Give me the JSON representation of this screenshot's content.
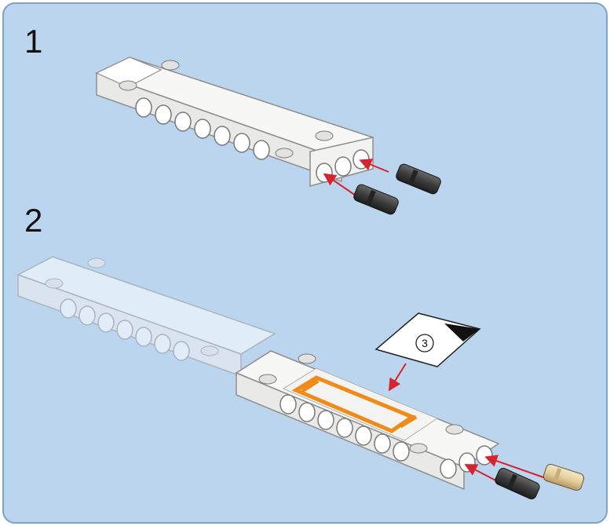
{
  "steps": [
    {
      "number": "1"
    },
    {
      "number": "2"
    }
  ],
  "sticker_callout": {
    "label": "3"
  },
  "colors": {
    "background": "#bcd5ee",
    "frame": "#7ea3c8",
    "panel_white": "#f8f8f6",
    "pin_dark": "#3c3c3c",
    "pin_tan": "#e6cf9e",
    "arrow_red": "#d7232e",
    "sticker_orange": "#f08a18"
  },
  "icons": [
    "connector-pin-icon",
    "axle-pin-icon",
    "sticker-icon",
    "callout-pointer-arrow-icon"
  ]
}
